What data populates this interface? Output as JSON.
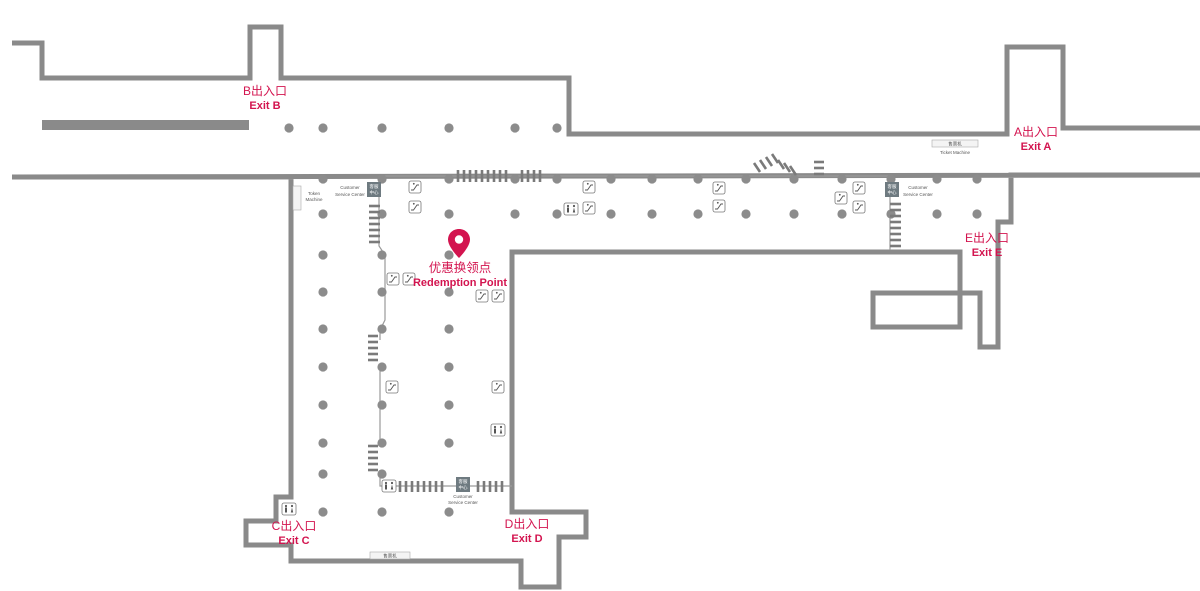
{
  "exits": {
    "a": {
      "cn": "A出入口",
      "en": "Exit A"
    },
    "b": {
      "cn": "B出入口",
      "en": "Exit B"
    },
    "c": {
      "cn": "C出入口",
      "en": "Exit C"
    },
    "d": {
      "cn": "D出入口",
      "en": "Exit D"
    },
    "e": {
      "cn": "E出入口",
      "en": "Exit E"
    }
  },
  "redemption": {
    "cn": "优惠换领点",
    "en": "Redemption Point",
    "color": "#d3144f"
  },
  "labels": {
    "customer_service": [
      "Customer",
      "Service Center"
    ],
    "service_sign_cn": [
      "客服",
      "中心"
    ],
    "token_machine": [
      "Token",
      "Machine"
    ],
    "ticket_machine": "Ticket Machine",
    "ticket_cn": "售票机"
  },
  "icons": {
    "escalator": "escalator-icon",
    "restroom": "restroom-icon",
    "location": "location-pin-icon"
  },
  "colors": {
    "accent": "#d3144f",
    "wall": "#8a8a8a",
    "pillar": "#8c8c8c"
  }
}
